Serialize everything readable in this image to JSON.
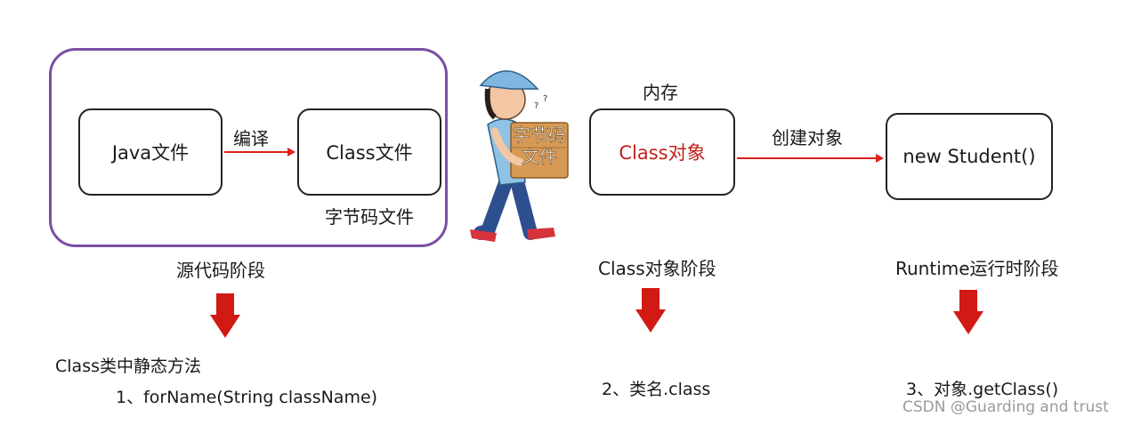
{
  "stage1": {
    "box_java": "Java文件",
    "edge_compile": "编译",
    "box_class_file": "Class文件",
    "caption_bytecode": "字节码文件",
    "stage_label": "源代码阶段",
    "method_title": "Class类中静态方法",
    "method_1": "1、forName(String className)"
  },
  "courier": {
    "box_text_line1": "字节码",
    "box_text_line2": "文件"
  },
  "stage2": {
    "caption_memory": "内存",
    "box_class_object": "Class对象",
    "stage_label": "Class对象阶段",
    "method_2": "2、类名.class"
  },
  "edge_create": "创建对象",
  "stage3": {
    "box_new_student": "new Student()",
    "stage_label": "Runtime运行时阶段",
    "method_3": "3、对象.getClass()"
  },
  "watermark": "CSDN @Guarding and trust",
  "colors": {
    "frame_purple": "#7b4fa6",
    "arrow_red": "#e0201b",
    "big_arrow_red": "#d11a14",
    "class_object_text": "#c0211a"
  }
}
